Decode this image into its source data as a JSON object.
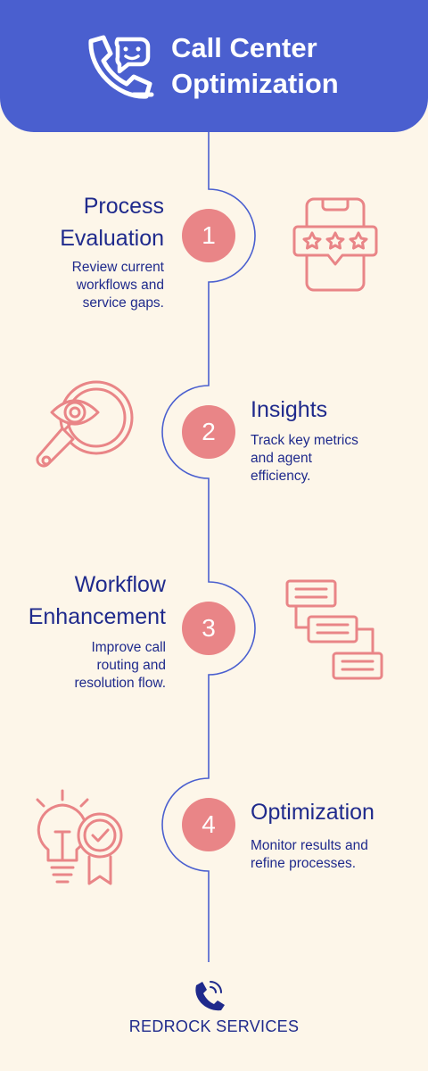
{
  "header": {
    "title_line1": "Call Center",
    "title_line2": "Optimization",
    "icon": "phone-chat-icon"
  },
  "steps": [
    {
      "number": "1",
      "title_line1": "Process",
      "title_line2": "Evaluation",
      "desc_line1": "Review current",
      "desc_line2": "workflows and",
      "desc_line3": "service gaps.",
      "icon": "phone-rating-icon"
    },
    {
      "number": "2",
      "title_line1": "Insights",
      "desc_line1": "Track key metrics",
      "desc_line2": "and agent",
      "desc_line3": "efficiency.",
      "icon": "search-eye-icon"
    },
    {
      "number": "3",
      "title_line1": "Workflow",
      "title_line2": "Enhancement",
      "desc_line1": "Improve call",
      "desc_line2": "routing and",
      "desc_line3": "resolution flow.",
      "icon": "workflow-boxes-icon"
    },
    {
      "number": "4",
      "title_line1": "Optimization",
      "desc_line1": "Monitor results and",
      "desc_line2": "refine processes.",
      "icon": "bulb-badge-icon"
    }
  ],
  "footer": {
    "company": "REDROCK SERVICES",
    "icon": "phone-ringing-icon"
  },
  "colors": {
    "header": "#4a5fcf",
    "accent": "#e98587",
    "text": "#1f2a8c",
    "background": "#fdf6e9"
  }
}
